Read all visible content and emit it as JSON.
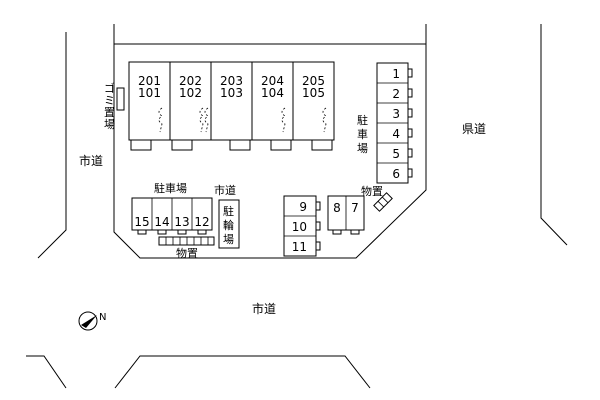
{
  "roads": {
    "west": "市道",
    "east": "県道",
    "south": "市道",
    "inner": "市道"
  },
  "garbage": "ゴミ置場",
  "parking_east_label": "駐車場",
  "parking_east_spaces": [
    "1",
    "2",
    "3",
    "4",
    "5",
    "6"
  ],
  "parking_sw_label": "駐車場",
  "parking_sw_spaces": [
    "15",
    "14",
    "13",
    "12"
  ],
  "parking_se_spaces": [
    "9",
    "10",
    "11"
  ],
  "parking_mid_spaces": [
    "8",
    "7"
  ],
  "bicycle": "駐輪場",
  "storage_label": "物置",
  "units": [
    {
      "upper": "201",
      "lower": "101"
    },
    {
      "upper": "202",
      "lower": "102"
    },
    {
      "upper": "203",
      "lower": "103"
    },
    {
      "upper": "204",
      "lower": "104"
    },
    {
      "upper": "205",
      "lower": "105"
    }
  ],
  "north": {
    "icon": "north-arrow-icon",
    "letter": "N"
  }
}
